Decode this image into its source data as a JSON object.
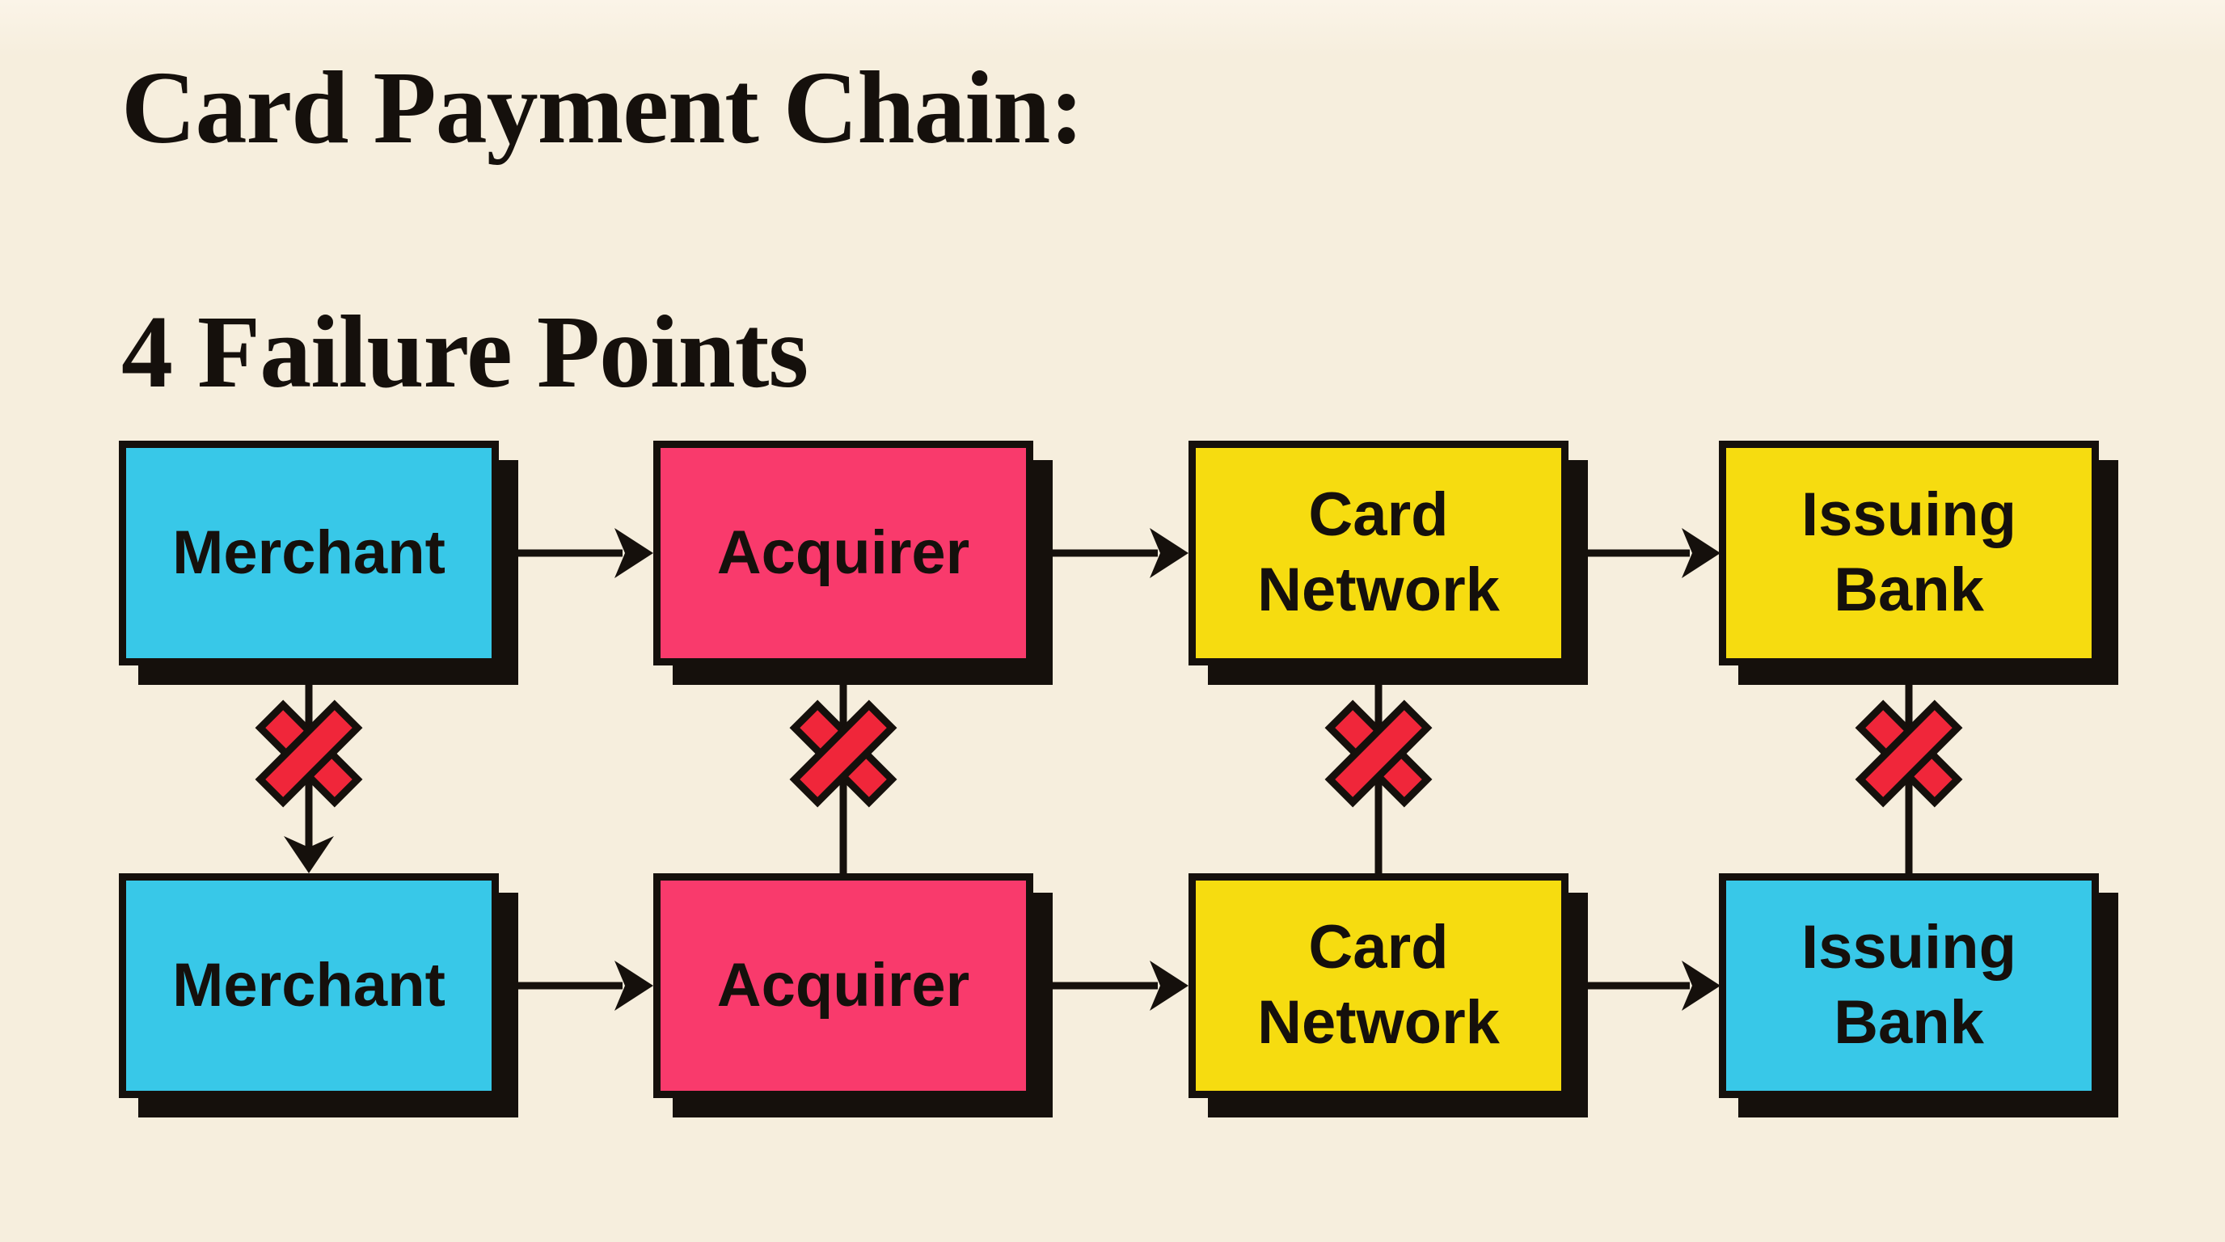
{
  "title": {
    "line1": "Card Payment Chain:",
    "line2": "4 Failure Points"
  },
  "colors": {
    "background": "#f6eedd",
    "ink": "#15100c",
    "cyan": "#38c8e8",
    "pink": "#f93a6c",
    "yellow": "#f6dc10",
    "red": "#f0263a"
  },
  "diagram": {
    "failure_points_count": 4,
    "top_row": [
      {
        "label": "Merchant",
        "fill": "cyan"
      },
      {
        "label": "Acquirer",
        "fill": "pink"
      },
      {
        "label": "Card Network",
        "fill": "yellow"
      },
      {
        "label": "Issuing Bank",
        "fill": "yellow"
      }
    ],
    "bottom_row": [
      {
        "label": "Merchant",
        "fill": "cyan"
      },
      {
        "label": "Acquirer",
        "fill": "pink"
      },
      {
        "label": "Card Network",
        "fill": "yellow"
      },
      {
        "label": "Issuing Bank",
        "fill": "cyan"
      }
    ]
  }
}
